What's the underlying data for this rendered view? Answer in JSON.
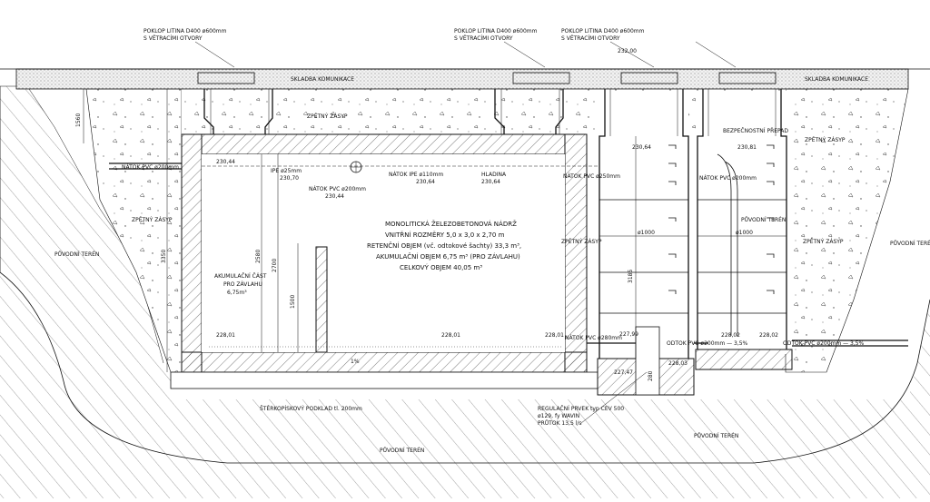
{
  "manhole_covers": {
    "left": {
      "line1": "POKLOP LITINA D400 ø600mm",
      "line2": "S VĚTRACÍMI OTVORY"
    },
    "middle": {
      "line1": "POKLOP LITINA D400 ø600mm",
      "line2": "S VĚTRACÍMI OTVORY"
    },
    "right": {
      "line1": "POKLOP LITINA D400 ø600mm",
      "line2": "S VĚTRACÍMI OTVORY"
    }
  },
  "road": {
    "label": "SKLADBA KOMUNIKACE",
    "label_right": "SKLADBA KOMUNIKACE",
    "level": "232,00"
  },
  "backfill": {
    "left": "ZPĚTNÝ ZÁSYP",
    "top": "ZPĚTNÝ ZÁSYP",
    "mid": "ZPĚTNÝ ZÁSYP",
    "right_top": "ZPĚTNÝ ZÁSYP",
    "right_bottom": "ZPĚTNÝ ZÁSYP"
  },
  "terrain": {
    "left": "PŮVODNÍ TERÉN",
    "right": "PŮVODNÍ TERÉN",
    "right_inner": "PŮVODNÍ TERÉN",
    "bottom": "PŮVODNÍ TERÉN",
    "bottom_right": "PŮVODNÍ TERÉN"
  },
  "dims": {
    "d1560": "1560",
    "d3350": "3350",
    "d2580": "2580",
    "d2700": "2700",
    "d1500": "1500",
    "d3185": "3185",
    "d280": "280",
    "slope": "1%"
  },
  "pipes": {
    "inlet_left": "NÁTOK PVC ø200mm",
    "inlet_left_level": "230,44",
    "ipe25": "IPE ø25mm",
    "ipe25_level": "230,70",
    "inlet_pvc200": "NÁTOK PVC ø200mm",
    "inlet_pvc200_level": "230,44",
    "ipe110": "NÁTOK IPE ø110mm",
    "ipe110_level": "230,64",
    "water_level": "HLADINA",
    "water_level_value": "230,64",
    "inlet_pvc250": "NÁTOK PVC ø250mm",
    "level_23064": "230,64",
    "level_23081": "230,81",
    "inlet_pvc280": "NÁTOK PVC ø280mm",
    "outlet_pvc200_a": "ODTOK PVC ø200mm — 3,5%",
    "outlet_pvc200_b": "ODTOK PVC ø200mm — 3,5%"
  },
  "levels": {
    "l22801_left": "228,01",
    "l22801_mid": "228,01",
    "l22801_right": "228,01",
    "l22799": "227,99",
    "l22803": "228,03",
    "l22747": "227,47",
    "l22802": "228,02",
    "l22802b": "228,02"
  },
  "tank": {
    "title": "MONOLITICKÁ ŽELEZOBETONOVÁ NÁDRŽ",
    "line2": "VNITŘNÍ ROZMĚRY 5,0 x 3,0 x 2,70 m",
    "line3": "RETENČNÍ OBJEM (vč. odtokové šachty) 33,3 m³,",
    "line4": "AKUMULAČNÍ OBJEM 6,75 m³ (PRO ZÁVLAHU)",
    "line5": "CELKOVÝ OBJEM 40,05 m³"
  },
  "accumulation": {
    "line1": "AKUMULAČNÍ ČÁST",
    "line2": "PRO ZÁVLAHU",
    "line3": "6,75m³"
  },
  "shafts": {
    "d1000_left": "ø1000",
    "d1000_right": "ø1000",
    "safety_overflow": "BEZPEČNOSTNÍ PŘEPAD",
    "inner_pvc200": "NÁTOK PVC ø200mm"
  },
  "foundation": {
    "gravel": "ŠTĚRKOPÍSKOVÝ PODKLAD tl. 200mm"
  },
  "regulator": {
    "line1": "REGULAČNÍ PRVEK typ CEV 500",
    "line2": "ø129, fy WAVIN",
    "line3": "PRŮTOK 13,5 l/s"
  }
}
